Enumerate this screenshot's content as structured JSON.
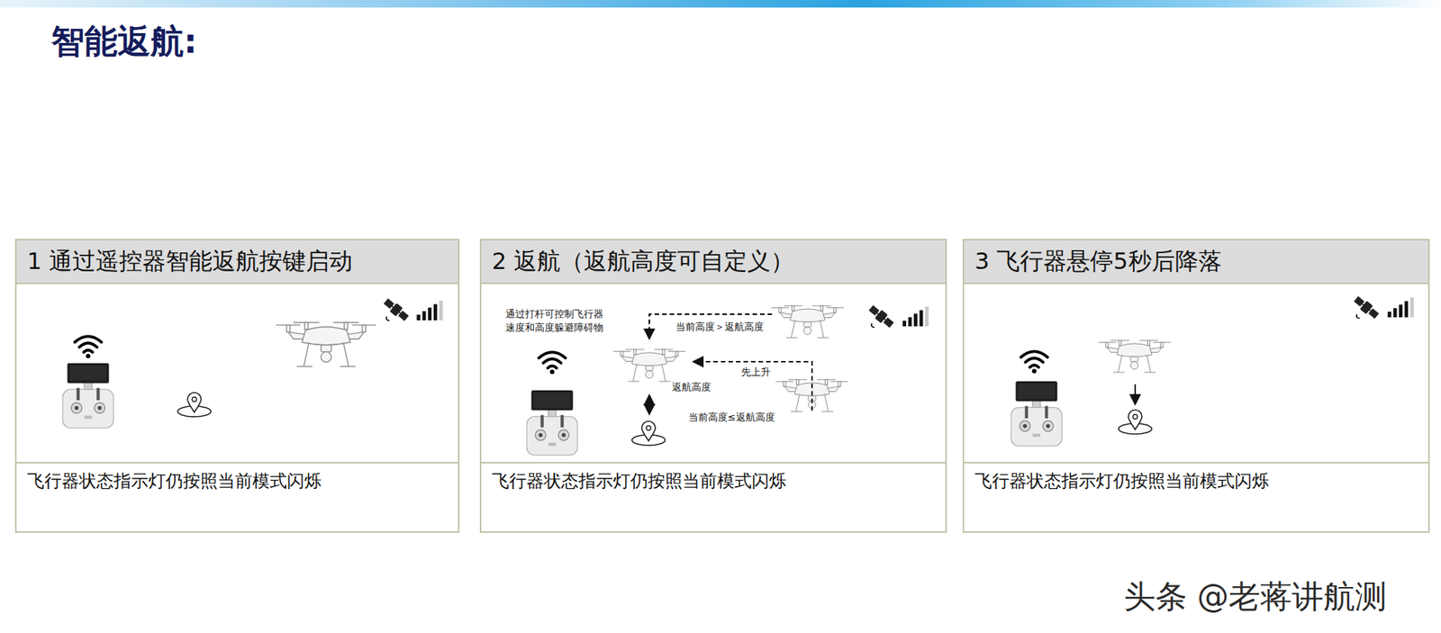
{
  "diagram": {
    "title": "智能返航:",
    "nodes": [
      {
        "text": [
          "1 通过遥控器智能返航按键启动",
          "飞行器状态指示灯仍按照当前模式闪烁"
        ]
      },
      {
        "text": [
          "2 返航（返航高度可自定义）",
          "飞行器状态指示灯仍按照当前模式闪烁"
        ]
      },
      {
        "text": [
          "3 飞行器悬停5秒后降落",
          "飞行器状态指示灯仍按照当前模式闪烁"
        ]
      }
    ],
    "labels": [
      "通过打杆可控制飞行器 速度和高度躲避障碍物",
      "当前高度＞返航高度",
      "先上升",
      "返航高度",
      "当前高度≤返航高度",
      "头条 @老蒋讲航测"
    ]
  }
}
